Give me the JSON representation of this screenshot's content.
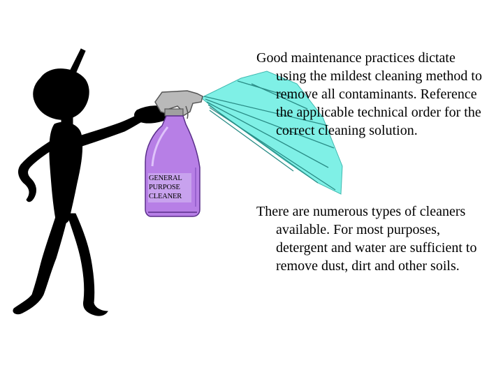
{
  "bottle": {
    "label_lines": [
      "GENERAL",
      "PURPOSE",
      "CLEANER"
    ]
  },
  "text": {
    "paragraph_1": "Good maintenance practices dictate using the mildest cleaning method to remove all contaminants. Reference the applicable technical order for the correct cleaning solution.",
    "paragraph_2": "There are numerous types of cleaners available.  For most purposes, detergent and water are sufficient to remove dust, dirt and other soils."
  },
  "colors": {
    "figure": "#000000",
    "bottle": "#b77fe6",
    "trigger": "#b9b9b9",
    "spray": "#7ff0e6"
  }
}
